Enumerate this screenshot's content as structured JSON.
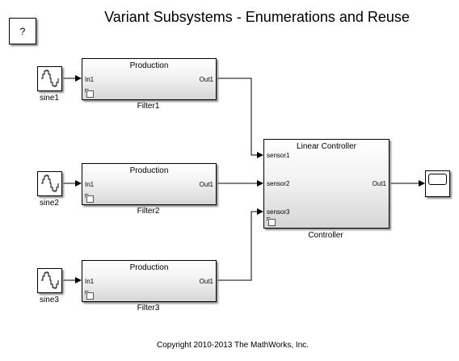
{
  "title": "Variant Subsystems - Enumerations and Reuse",
  "help_button": "?",
  "sources": [
    {
      "label": "sine1",
      "icon": "sine-wave-icon"
    },
    {
      "label": "sine2",
      "icon": "sine-wave-icon"
    },
    {
      "label": "sine3",
      "icon": "sine-wave-icon"
    }
  ],
  "filters": [
    {
      "header": "Production",
      "in_port": "In1",
      "out_port": "Out1",
      "label": "Filter1"
    },
    {
      "header": "Production",
      "in_port": "In1",
      "out_port": "Out1",
      "label": "Filter2"
    },
    {
      "header": "Production",
      "in_port": "In1",
      "out_port": "Out1",
      "label": "Filter3"
    }
  ],
  "controller": {
    "header": "Linear Controller",
    "in_ports": [
      "sensor1",
      "sensor2",
      "sensor3"
    ],
    "out_port": "Out1",
    "label": "Controller"
  },
  "scope": {
    "icon": "scope-icon"
  },
  "footer": "Copyright 2010-2013 The MathWorks, Inc."
}
